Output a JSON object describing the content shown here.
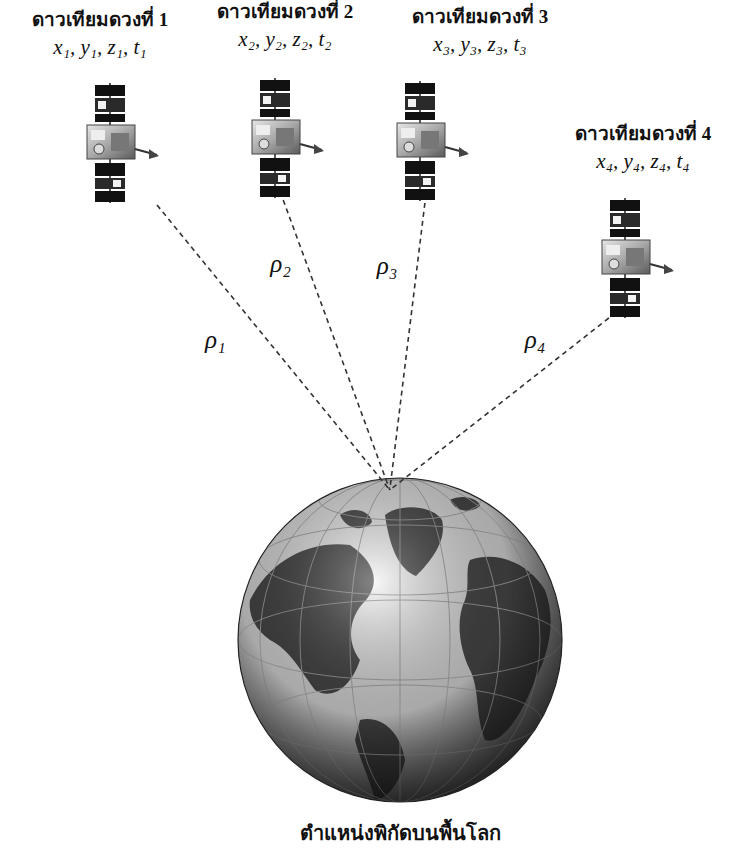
{
  "diagram": {
    "nodes": [
      {
        "text": [
          "ดาวเทียมดวงที่ 1",
          "x₁, y₁, z₁, t₁"
        ]
      },
      {
        "text": [
          "ดาวเทียมดวงที่ 2",
          "x₂, y₂, z₂, t₂"
        ]
      },
      {
        "text": [
          "ดาวเทียมดวงที่ 3",
          "x₃, y₃, z₃, t₃"
        ]
      },
      {
        "text": [
          "ดาวเทียมดวงที่ 4",
          "x₄, y₄, z₄, t₄"
        ]
      },
      {
        "text": [
          "ตำแหน่งพิกัดบนพื้นโลก"
        ]
      }
    ],
    "edges": [
      {
        "from": 0,
        "to": 4,
        "arrow": "none",
        "label": "ρ₁"
      },
      {
        "from": 1,
        "to": 4,
        "arrow": "none",
        "label": "ρ₂"
      },
      {
        "from": 2,
        "to": 4,
        "arrow": "none",
        "label": "ρ₃"
      },
      {
        "from": 3,
        "to": 4,
        "arrow": "none",
        "label": "ρ₄"
      }
    ]
  }
}
